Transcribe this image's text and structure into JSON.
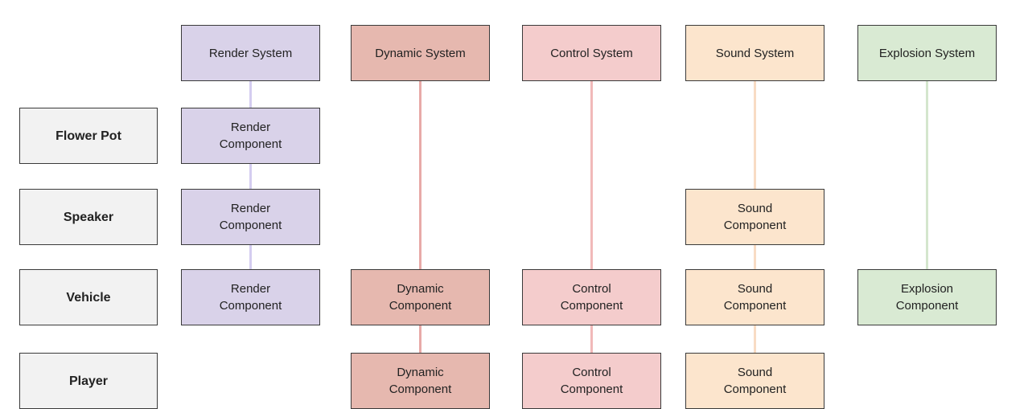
{
  "systems": [
    {
      "id": "render",
      "label": "Render System",
      "fill": "#d9d2e9",
      "line": "#d4cdf0"
    },
    {
      "id": "dynamic",
      "label": "Dynamic System",
      "fill": "#e6b8af",
      "line": "#e8aaa8"
    },
    {
      "id": "control",
      "label": "Control System",
      "fill": "#f4cccc",
      "line": "#f1b9b9"
    },
    {
      "id": "sound",
      "label": "Sound System",
      "fill": "#fce5cd",
      "line": "#f8dcc4"
    },
    {
      "id": "explosion",
      "label": "Explosion System",
      "fill": "#d9ead3",
      "line": "#d4e6cd"
    }
  ],
  "entities": [
    {
      "id": "flower-pot",
      "label": "Flower Pot"
    },
    {
      "id": "speaker",
      "label": "Speaker"
    },
    {
      "id": "vehicle",
      "label": "Vehicle"
    },
    {
      "id": "player",
      "label": "Player"
    }
  ],
  "components": [
    {
      "entity": "flower-pot",
      "system": "render",
      "label": "Render\nComponent"
    },
    {
      "entity": "speaker",
      "system": "render",
      "label": "Render\nComponent"
    },
    {
      "entity": "speaker",
      "system": "sound",
      "label": "Sound\nComponent"
    },
    {
      "entity": "vehicle",
      "system": "render",
      "label": "Render\nComponent"
    },
    {
      "entity": "vehicle",
      "system": "dynamic",
      "label": "Dynamic\nComponent"
    },
    {
      "entity": "vehicle",
      "system": "control",
      "label": "Control\nComponent"
    },
    {
      "entity": "vehicle",
      "system": "sound",
      "label": "Sound\nComponent"
    },
    {
      "entity": "vehicle",
      "system": "explosion",
      "label": "Explosion\nComponent"
    },
    {
      "entity": "player",
      "system": "dynamic",
      "label": "Dynamic\nComponent"
    },
    {
      "entity": "player",
      "system": "control",
      "label": "Control\nComponent"
    },
    {
      "entity": "player",
      "system": "sound",
      "label": "Sound\nComponent"
    }
  ]
}
